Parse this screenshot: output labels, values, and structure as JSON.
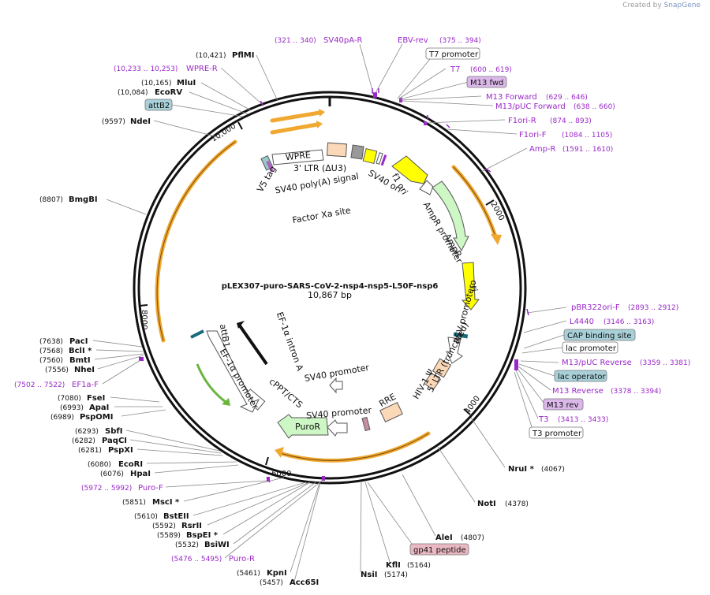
{
  "credit": {
    "prefix": "Created by",
    "brand": "SnapGene"
  },
  "plasmid": {
    "name": "pLEX307-puro-SARS-CoV-2-nsp4-nsp5-L50F-nsp6",
    "size": "10,867 bp"
  },
  "ring_ticks": [
    "2000",
    "4000",
    "6000",
    "8000",
    "10,000"
  ],
  "sites": [
    {
      "pos": "(10,421)",
      "name": "PflMI"
    },
    {
      "pos": "(10,165)",
      "name": "MluI"
    },
    {
      "pos": "(10,084)",
      "name": "EcoRV"
    },
    {
      "pos": "(9597)",
      "name": "NdeI"
    },
    {
      "pos": "(8807)",
      "name": "BmgBI"
    },
    {
      "pos": "(7638)",
      "name": "PacI"
    },
    {
      "pos": "(7568)",
      "name": "BclI *"
    },
    {
      "pos": "(7560)",
      "name": "BmtI"
    },
    {
      "pos": "(7556)",
      "name": "NheI"
    },
    {
      "pos": "(7080)",
      "name": "FseI"
    },
    {
      "pos": "(6993)",
      "name": "ApaI"
    },
    {
      "pos": "(6989)",
      "name": "PspOMI"
    },
    {
      "pos": "(6293)",
      "name": "SbfI"
    },
    {
      "pos": "(6282)",
      "name": "PaqCI"
    },
    {
      "pos": "(6281)",
      "name": "PspXI"
    },
    {
      "pos": "(6080)",
      "name": "EcoRI"
    },
    {
      "pos": "(6076)",
      "name": "HpaI"
    },
    {
      "pos": "(5851)",
      "name": "MscI *"
    },
    {
      "pos": "(5610)",
      "name": "BstEII"
    },
    {
      "pos": "(5592)",
      "name": "RsrII"
    },
    {
      "pos": "(5589)",
      "name": "BspEI *"
    },
    {
      "pos": "(5532)",
      "name": "BsiWI"
    },
    {
      "pos": "(5461)",
      "name": "KpnI"
    },
    {
      "pos": "(5457)",
      "name": "Acc65I"
    },
    {
      "pos": "(5174)",
      "name": "NsiI"
    },
    {
      "pos": "(5164)",
      "name": "KflI"
    },
    {
      "pos": "(4807)",
      "name": "AleI"
    },
    {
      "pos": "(4378)",
      "name": "NotI"
    },
    {
      "pos": "(4067)",
      "name": "NruI *"
    }
  ],
  "primers": [
    {
      "name": "SV40pA-R",
      "range": "(321 .. 340)"
    },
    {
      "name": "EBV-rev",
      "range": "(375 .. 394)"
    },
    {
      "name": "T7",
      "range": "(600 .. 619)"
    },
    {
      "name": "M13 Forward",
      "range": "(629 .. 646)"
    },
    {
      "name": "M13/pUC Forward",
      "range": "(638 .. 660)"
    },
    {
      "name": "F1ori-R",
      "range": "(874 .. 893)"
    },
    {
      "name": "F1ori-F",
      "range": "(1084 .. 1105)"
    },
    {
      "name": "Amp-R",
      "range": "(1591 .. 1610)"
    },
    {
      "name": "pBR322ori-F",
      "range": "(2893 .. 2912)"
    },
    {
      "name": "L4440",
      "range": "(3146 .. 3163)"
    },
    {
      "name": "M13/pUC Reverse",
      "range": "(3359 .. 3381)"
    },
    {
      "name": "M13 Reverse",
      "range": "(3378 .. 3394)"
    },
    {
      "name": "T3",
      "range": "(3413 .. 3433)"
    },
    {
      "name": "Puro-R",
      "range": "(5476 .. 5495)"
    },
    {
      "name": "Puro-F",
      "range": "(5972 .. 5992)"
    },
    {
      "name": "EF1a-F",
      "range": "(7502 .. 7522)"
    },
    {
      "name": "WPRE-R",
      "range": "(10,233 .. 10,253)"
    }
  ],
  "boxed_labels": [
    {
      "name": "T7 promoter",
      "color": "#ffffff"
    },
    {
      "name": "M13 fwd",
      "color": "#dcb8ea"
    },
    {
      "name": "CAP binding site",
      "color": "#a8d0d8"
    },
    {
      "name": "lac promoter",
      "color": "#ffffff"
    },
    {
      "name": "lac operator",
      "color": "#a8d0d8"
    },
    {
      "name": "M13 rev",
      "color": "#dcb8ea"
    },
    {
      "name": "T3 promoter",
      "color": "#ffffff"
    },
    {
      "name": "gp41 peptide",
      "color": "#eab8c0"
    },
    {
      "name": "attB2",
      "color": "#a8d0d8"
    }
  ],
  "features": [
    "WPRE",
    "3' LTR (ΔU3)",
    "SV40 poly(A) signal",
    "V5 tag",
    "Factor Xa site",
    "f1 ori",
    "SV40 ori",
    "AmpR promoter",
    "AmpR",
    "ori",
    "RSV promoter",
    "5' LTR (truncated)",
    "HIV-1 Ψ",
    "RRE",
    "SV40 promoter",
    "SV40 promoter",
    "PuroR",
    "cPPT/CTS",
    "EF-1α promoter",
    "EF-1α intron A",
    "attB1"
  ],
  "colors": {
    "primer": "#9a28c8",
    "orf": "#f0a830",
    "ampr": "#cdf7c4",
    "ori": "#ffff00",
    "ltr": "#fbd8b8"
  }
}
